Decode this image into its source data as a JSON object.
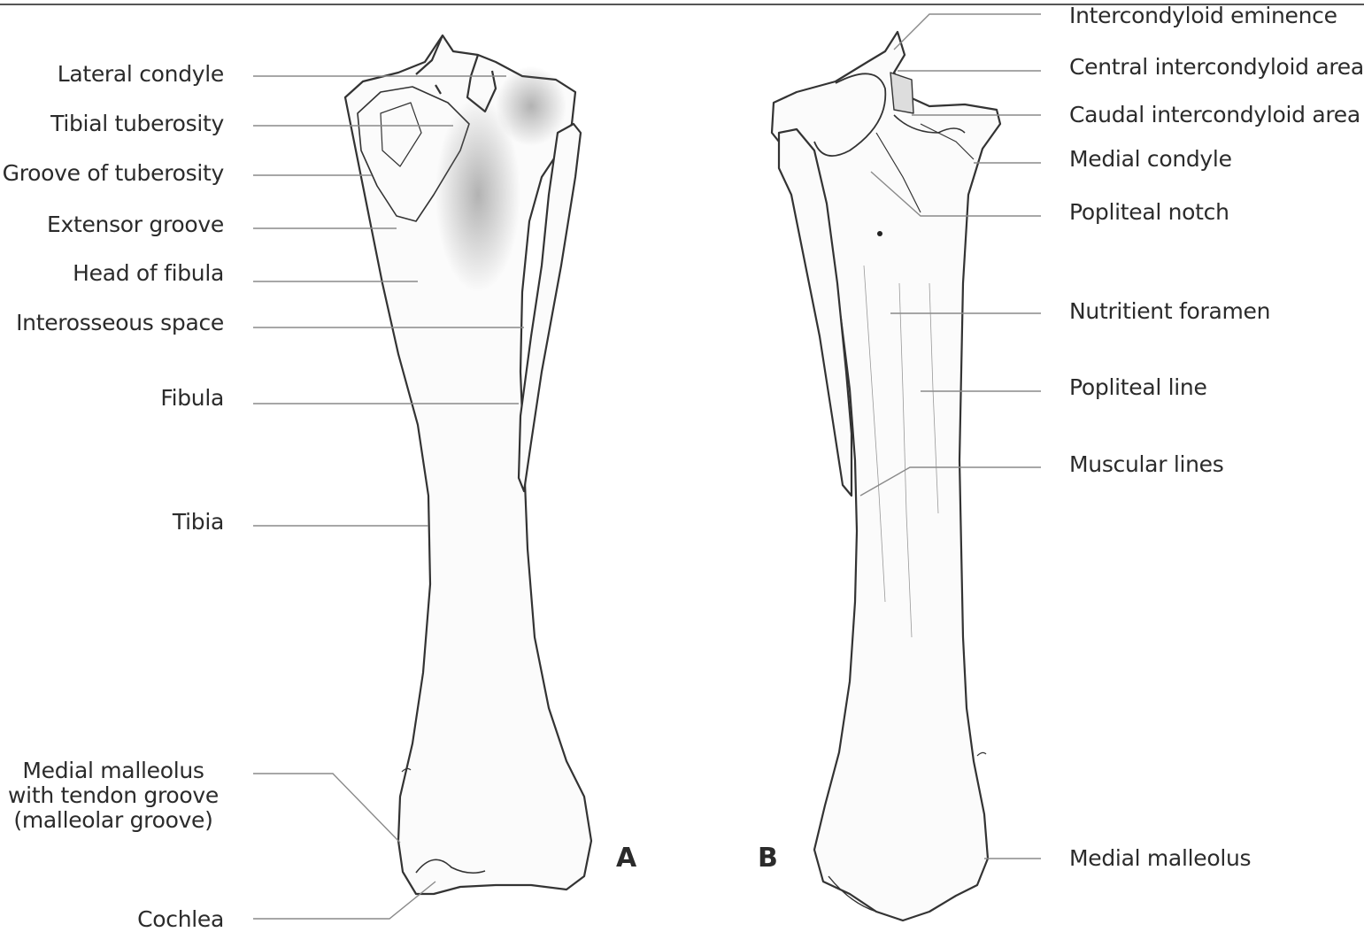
{
  "views": {
    "anterior": "A",
    "posterior": "B"
  },
  "labels_left": {
    "lateral_condyle": "Lateral condyle",
    "tibial_tuberosity": "Tibial tuberosity",
    "groove_of_tuberosity": "Groove of tuberosity",
    "extensor_groove": "Extensor groove",
    "head_of_fibula": "Head of fibula",
    "interosseous_space": "Interosseous space",
    "fibula": "Fibula",
    "tibia": "Tibia",
    "medial_malleolus_groove": "Medial malleolus\nwith tendon groove\n(malleolar groove)",
    "cochlea": "Cochlea"
  },
  "labels_right": {
    "intercondyloid_eminence": "Intercondyloid eminence",
    "central_intercondyloid_area": "Central intercondyloid area",
    "caudal_intercondyloid_area": "Caudal intercondyloid area",
    "medial_condyle": "Medial condyle",
    "popliteal_notch": "Popliteal notch",
    "nutrient_foramen": "Nutritient foramen",
    "popliteal_line": "Popliteal line",
    "muscular_lines": "Muscular lines",
    "medial_malleolus": "Medial malleolus"
  },
  "colors": {
    "leader": "#8a8a8a",
    "bone_outline": "#333333",
    "shade": "#9a9a9a"
  }
}
